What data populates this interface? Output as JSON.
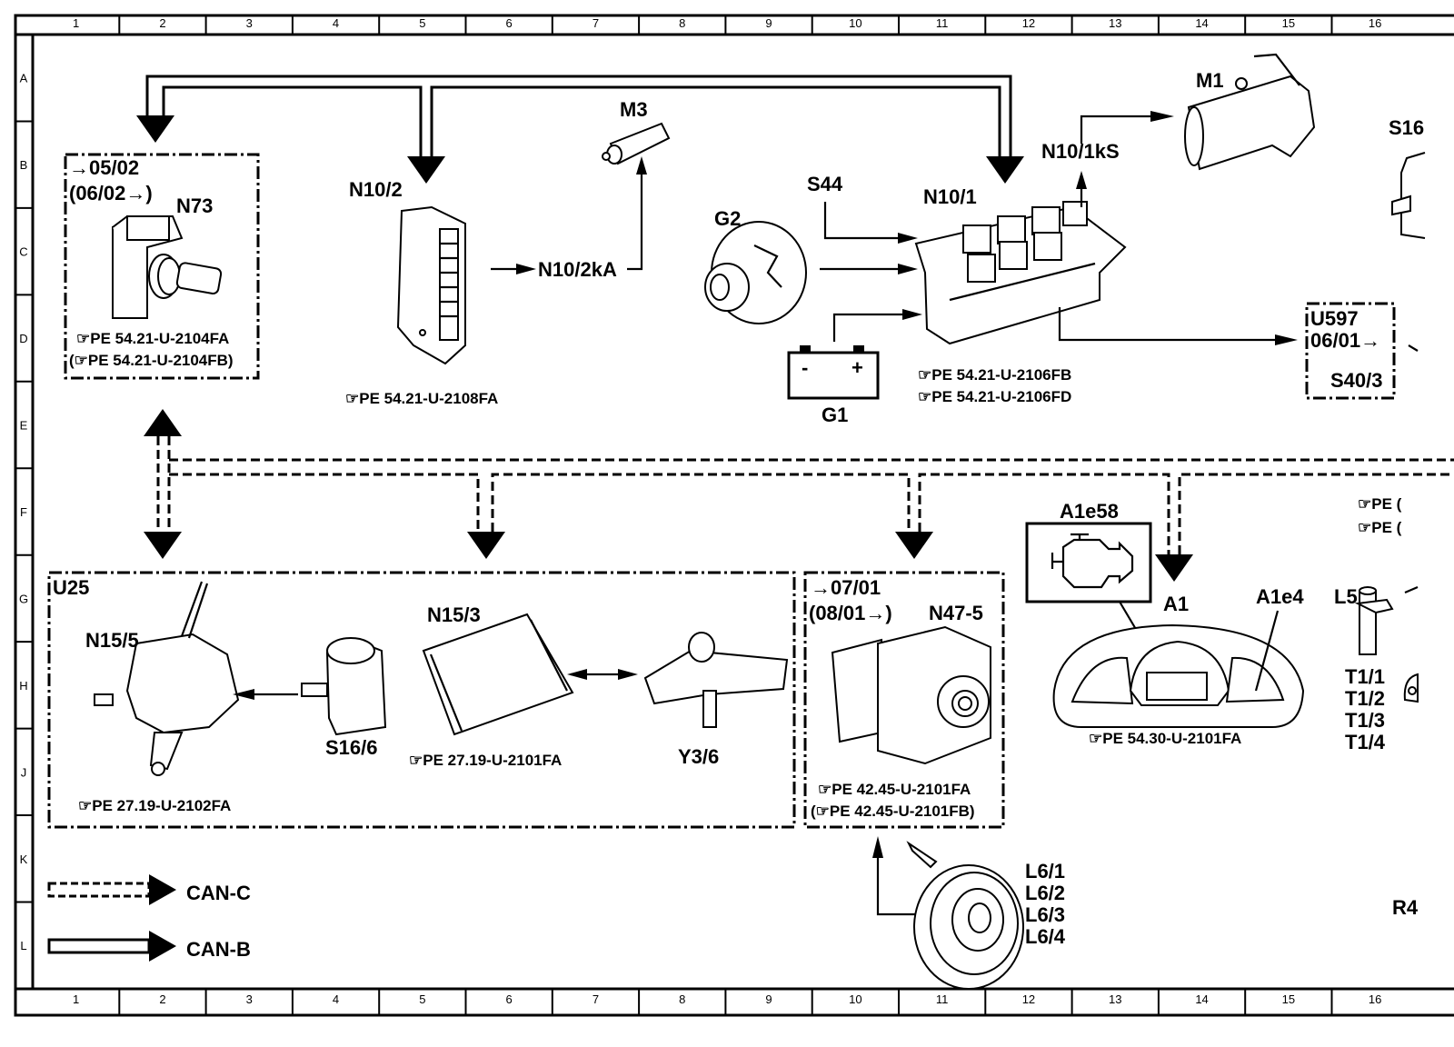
{
  "grid": {
    "columns": [
      "1",
      "2",
      "3",
      "4",
      "5",
      "6",
      "7",
      "8",
      "9",
      "10",
      "11",
      "12",
      "13",
      "14",
      "15",
      "16"
    ],
    "rows": [
      "A",
      "B",
      "C",
      "D",
      "E",
      "F",
      "G",
      "H",
      "J",
      "K",
      "L"
    ]
  },
  "legend": {
    "can_c": "CAN-C",
    "can_b": "CAN-B"
  },
  "components": {
    "n73": {
      "box_date1": "→05/02",
      "box_date2": "(06/02→)",
      "label": "N73",
      "ref1": "☞PE  54.21-U-2104FA",
      "ref2": "(☞PE  54.21-U-2104FB)"
    },
    "n10_2": {
      "label": "N10/2",
      "output": "N10/2kA",
      "ref": "☞PE  54.21-U-2108FA"
    },
    "m3": {
      "label": "M3"
    },
    "g2": {
      "label": "G2"
    },
    "s44": {
      "label": "S44"
    },
    "g1": {
      "label": "G1",
      "minus": "-",
      "plus": "+"
    },
    "n10_1": {
      "label": "N10/1",
      "output": "N10/1kS",
      "ref1": "☞PE  54.21-U-2106FB",
      "ref2": "☞PE  54.21-U-2106FD"
    },
    "m1": {
      "label": "M1"
    },
    "s16": {
      "label": "S16"
    },
    "u597": {
      "code": "U597",
      "date": "06/01→",
      "label": "S40/3"
    },
    "u25": {
      "code": "U25",
      "n15_5": "N15/5",
      "s16_6": "S16/6",
      "n15_3": "N15/3",
      "y3_6": "Y3/6",
      "ref_n15_5": "☞PE  27.19-U-2102FA",
      "ref_n15_3": "☞PE  27.19-U-2101FA"
    },
    "n47_5": {
      "box_date1": "→07/01",
      "box_date2": "(08/01→)",
      "label": "N47-5",
      "ref1": "☞PE  42.45-U-2101FA",
      "ref2": "(☞PE  42.45-U-2101FB)"
    },
    "l6": {
      "labels": [
        "L6/1",
        "L6/2",
        "L6/3",
        "L6/4"
      ]
    },
    "a1": {
      "label": "A1",
      "e58": "A1e58",
      "e4": "A1e4",
      "ref": "☞PE  54.30-U-2101FA"
    },
    "right_edge": {
      "ref1": "☞PE (",
      "ref2": "☞PE (",
      "l5": "L5",
      "t1": [
        "T1/1",
        "T1/2",
        "T1/3",
        "T1/4"
      ],
      "r4": "R4"
    }
  }
}
